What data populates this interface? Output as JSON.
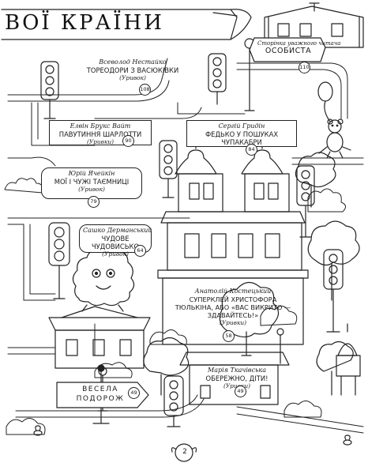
{
  "page": {
    "title": "ВОЇ КРАЇНИ",
    "page_number": "2"
  },
  "rubric": {
    "heading": "Сторінка уважного читача",
    "name": "ОСОБИСТА",
    "page": "110"
  },
  "entries": [
    {
      "author": "Всеволод Нестайко",
      "story": "ТОРЕОДОРИ З ВАСЮКІВКИ",
      "note": "(Уривок)",
      "page": "108"
    },
    {
      "author": "Елвін Брукс Вайт",
      "story": "ПАВУТИННЯ ШАРЛОТТИ",
      "note": "(Уривки)",
      "page": "90"
    },
    {
      "author": "Сергій Гридін",
      "story": "ФЕДЬКО У ПОШУКАХ ЧУПАКАБРИ",
      "note": "",
      "page": "84"
    },
    {
      "author": "Юрій Ячейкін",
      "story": "МОЇ І ЧУЖІ ТАЄМНИЦІ",
      "note": "(Уривок)",
      "page": "79"
    },
    {
      "author": "Сашко Дерманський",
      "story": "ЧУДОВЕ ЧУДОВИСЬКО",
      "note": "(Уривок)",
      "page": "64"
    },
    {
      "author": "Анатолій Костецький",
      "story": "СУПЕРКЛЕЙ ХРИСТОФОРА ТЮЛЬКІНА, АБО «ВАС ВИКРИТО — ЗДАВАЙТЕСЬ!»",
      "note": "(Уривки)",
      "page": "58"
    },
    {
      "author": "Марія Ткачівська",
      "story": "ОБЕРЕЖНО, ДІТИ!",
      "note": "(Уривки)",
      "page": "49"
    }
  ],
  "signpost": {
    "line1": "ВЕСЕЛА",
    "line2": "ПОДОРОЖ",
    "page": "49"
  },
  "icons": [
    "traffic-light-icon",
    "lamp-post-icon",
    "tree-icon",
    "house-icon",
    "balloon-bear-icon",
    "monster-icon",
    "bee-icon",
    "signpost-icon"
  ]
}
